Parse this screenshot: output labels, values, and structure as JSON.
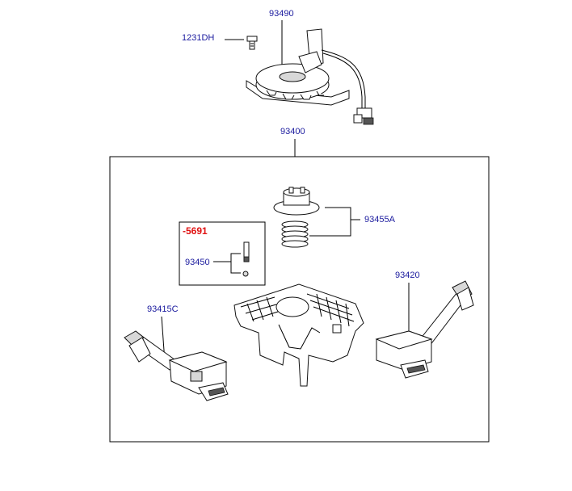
{
  "labels": {
    "clock_spring": "93490",
    "screw": "1231DH",
    "assembly": "93400",
    "cam_spring": "93455A",
    "revision": "-5691",
    "pin": "93450",
    "light_switch": "93415C",
    "wiper_switch": "93420"
  },
  "colors": {
    "label_text": "#1a1a9e",
    "revision_text": "#e01010",
    "line": "#000000"
  }
}
